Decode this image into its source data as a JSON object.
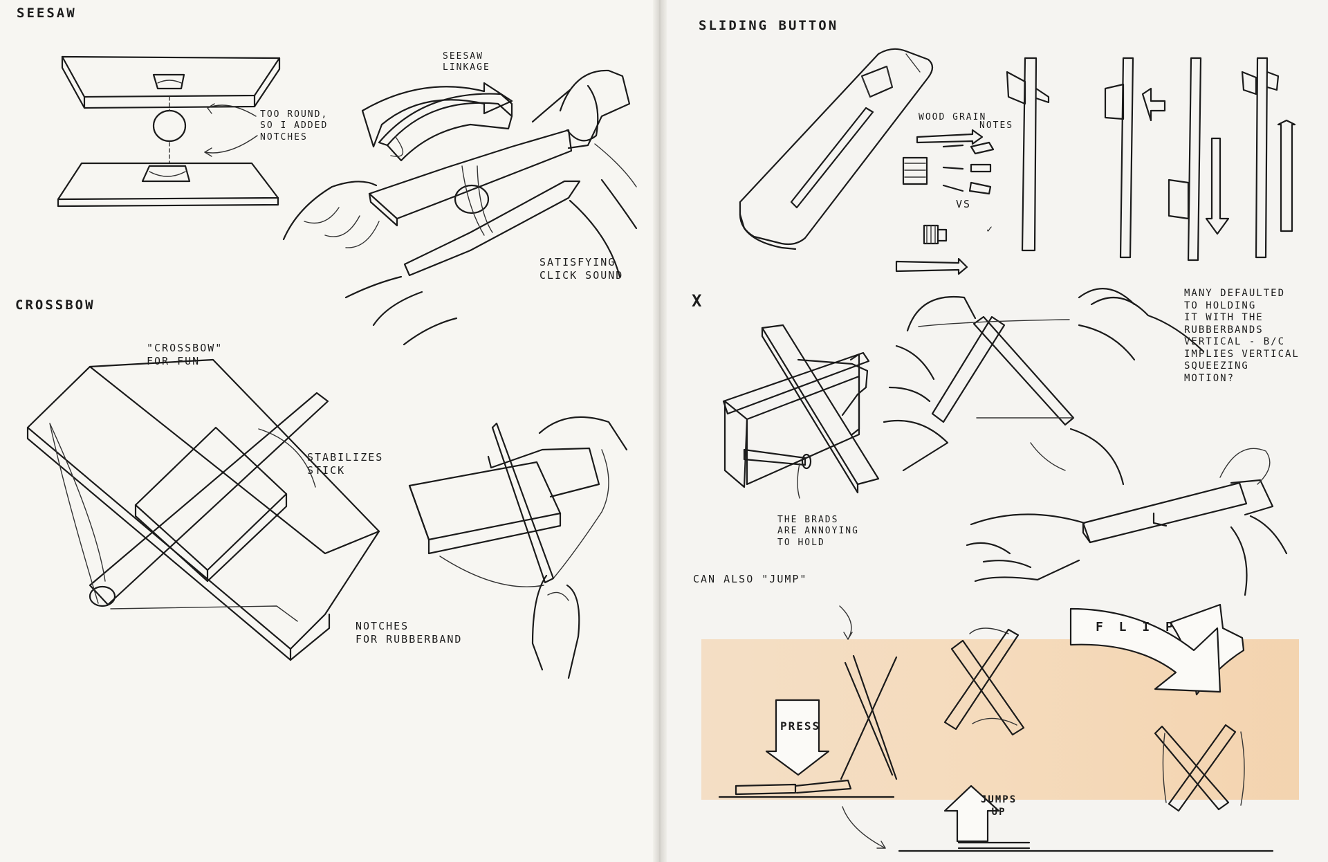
{
  "left_page": {
    "seesaw": {
      "title": "Seesaw",
      "linkage_note": "Seesaw\nlinkage",
      "round_note": "Too round,\nso I added\nnotches",
      "click_note": "Satisfying\nclick sound"
    },
    "crossbow": {
      "title": "Crossbow",
      "fun_note": "\"Crossbow\"\nfor fun",
      "stick_note": "Stabilizes\nstick",
      "notch_note": "Notches\nfor rubberband"
    }
  },
  "right_page": {
    "sliding_button": {
      "title": "Sliding Button",
      "wood_grain": "Wood grain",
      "notes": "notes",
      "vs": "vs",
      "check": "✓"
    },
    "x_concept": {
      "title": "X",
      "holding_note": "Many defaulted\nto holding\nit with the\nrubberbands\nvertical - b/c\nimplies vertical\nsqueezing\nmotion?",
      "brads_note": "The brads\nare annoying\nto hold",
      "jump_note": "Can also \"jump\"",
      "press_label": "Press",
      "jumps_label": "Jumps\nup",
      "flip_label": "F L I P"
    }
  },
  "colors": {
    "paper": "#f7f6f2",
    "ink": "#1b1b1b",
    "marker_wash": "#f5d8b6"
  }
}
